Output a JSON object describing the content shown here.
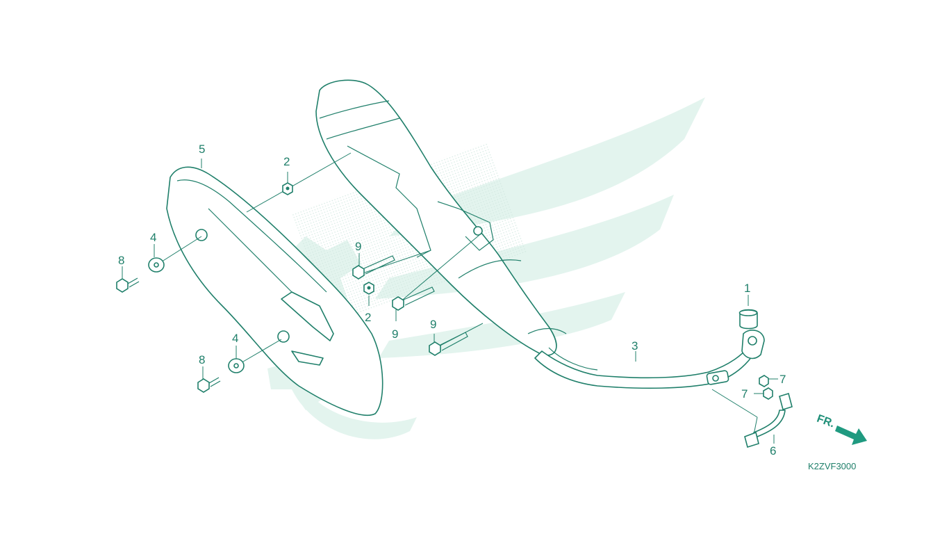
{
  "diagram": {
    "code": "K2ZVF3000",
    "direction_label": "FR.",
    "callouts": [
      {
        "id": "c1",
        "text": "1"
      },
      {
        "id": "c2a",
        "text": "2"
      },
      {
        "id": "c2b",
        "text": "2"
      },
      {
        "id": "c3",
        "text": "3"
      },
      {
        "id": "c4a",
        "text": "4"
      },
      {
        "id": "c4b",
        "text": "4"
      },
      {
        "id": "c5",
        "text": "5"
      },
      {
        "id": "c6",
        "text": "6"
      },
      {
        "id": "c7a",
        "text": "7"
      },
      {
        "id": "c7b",
        "text": "7"
      },
      {
        "id": "c8a",
        "text": "8"
      },
      {
        "id": "c8b",
        "text": "8"
      },
      {
        "id": "c9a",
        "text": "9"
      },
      {
        "id": "c9b",
        "text": "9"
      },
      {
        "id": "c9c",
        "text": "9"
      }
    ]
  },
  "colors": {
    "line": "#1f7f6a",
    "watermark": "#e3f4ee",
    "arrow": "#1f9a80"
  }
}
